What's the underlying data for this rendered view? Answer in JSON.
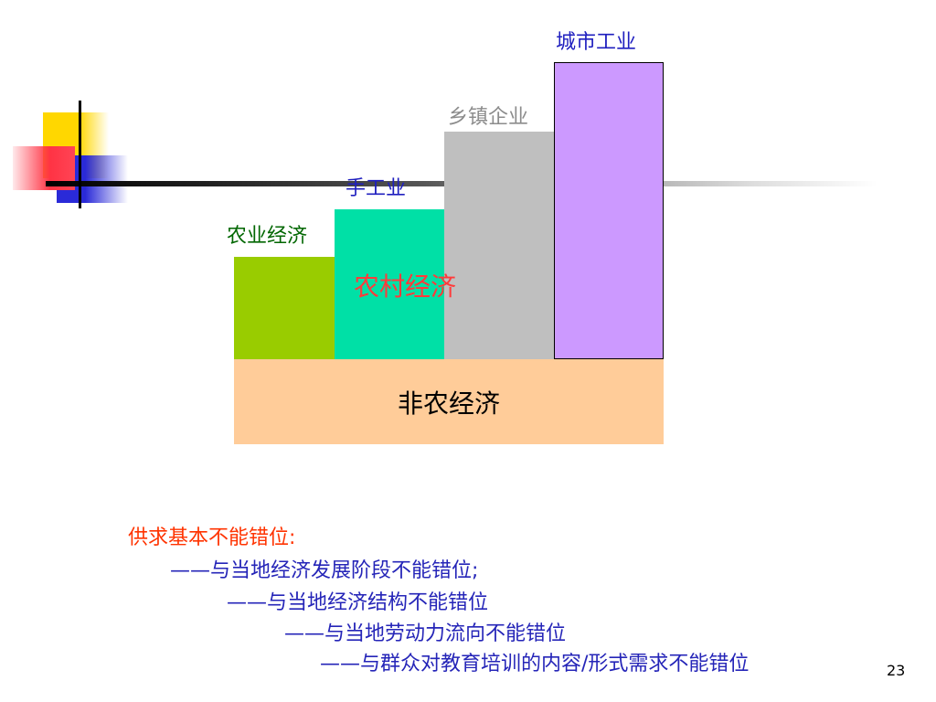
{
  "diagram": {
    "bars": [
      {
        "label": "农业经济",
        "color": "#99cc00"
      },
      {
        "label": "手工业",
        "color": "#00e0a6"
      },
      {
        "label": "乡镇企业",
        "color": "#bfbfbf"
      },
      {
        "label": "城市工业",
        "color": "#cc99ff"
      }
    ],
    "overlay_label": "农村经济",
    "base_label": "非农经济"
  },
  "notes": {
    "heading": "供求基本不能错位:",
    "lines": [
      "——与当地经济发展阶段不能错位;",
      "——与当地经济结构不能错位",
      "——与当地劳动力流向不能错位",
      "——与群众对教育培训的内容/形式需求不能错位"
    ]
  },
  "page_number": "23"
}
